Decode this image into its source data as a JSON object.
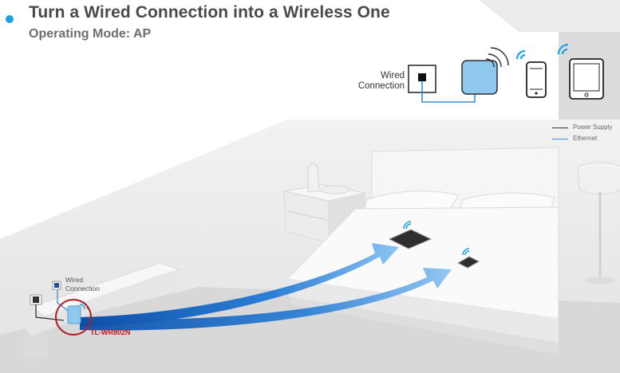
{
  "header": {
    "title": "Turn a Wired Connection into a Wireless One",
    "subtitle": "Operating Mode: AP"
  },
  "diagram": {
    "wired_connection_label": "Wired\nConnection",
    "legend": [
      {
        "label": "Power Supply",
        "color": "#333333"
      },
      {
        "label": "Ethernet",
        "color": "#3a8ee0"
      }
    ],
    "router_model": "TL-WR802N",
    "colors": {
      "accent": "#1ea0e6",
      "arrow": "#1a6fc9",
      "callout_circle": "#b01f24"
    }
  }
}
